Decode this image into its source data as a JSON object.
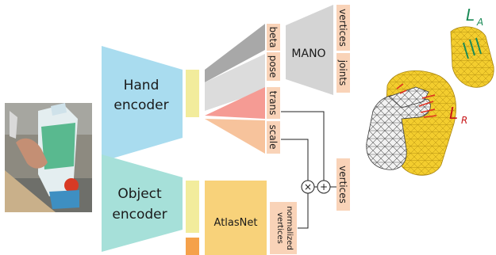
{
  "hand_encoder": {
    "line1": "Hand",
    "line2": "encoder"
  },
  "object_encoder": {
    "line1": "Object",
    "line2": "encoder"
  },
  "mano_label": "MANO",
  "atlasnet_label": "AtlasNet",
  "hand_params": {
    "beta": "beta",
    "pose": "pose",
    "trans": "trans",
    "scale": "scale"
  },
  "mano_outputs": {
    "vertices": "vertices",
    "joints": "joints"
  },
  "normalized_vertices": {
    "line1": "normalized",
    "line2": "vertices"
  },
  "object_vertices": "vertices",
  "operators": {
    "multiply": "×",
    "add": "+"
  },
  "loss_labels": {
    "attraction": {
      "symbol": "L",
      "subscript": "A"
    },
    "repulsion": {
      "symbol": "L",
      "subscript": "R"
    }
  },
  "colors": {
    "hand_encoder": "#a9dcef",
    "object_encoder": "#a6e0d9",
    "feature_bar": "#f2ec9c",
    "object_feature_accent": "#f5a14a",
    "mano_block": "#d4d4d4",
    "beta_branch": "#a8a8a8",
    "pose_branch": "#dcdcdc",
    "trans_branch": "#f59b94",
    "scale_branch": "#f7c39c",
    "atlasnet_block": "#f8d27a",
    "label_bg": "#f9d3b8",
    "attraction_color": "#1a8a56",
    "repulsion_color": "#c8181a"
  }
}
